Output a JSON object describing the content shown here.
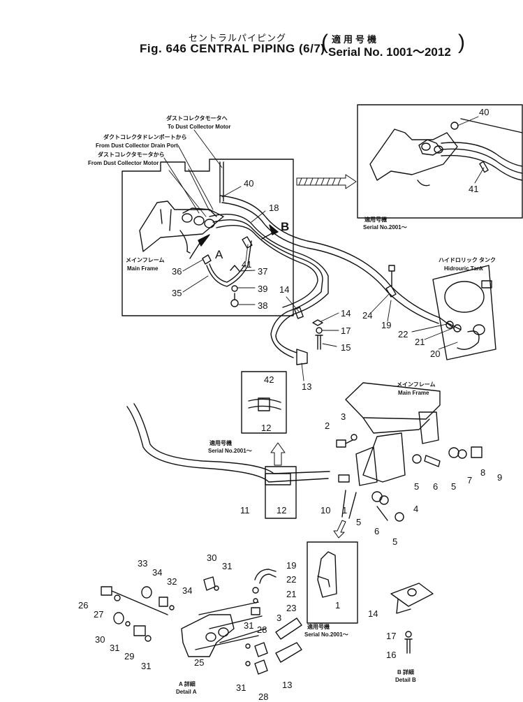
{
  "header": {
    "title_jp": "セントラルパイピング",
    "title_en": "Fig. 646 CENTRAL PIPING (6/7)",
    "serial_jp": "適用号機",
    "serial_en": "Serial No. 1001～2012"
  },
  "annotations": {
    "dust_motor_to_jp": "ダストコレクタモータへ",
    "dust_motor_to_en": "To Dust Collector Motor",
    "drain_port_jp": "ダクトコレクタドレンポートから",
    "drain_port_en": "From Dust Collector Drain Port",
    "dust_motor_from_jp": "ダストコレクタモータから",
    "dust_motor_from_en": "From Dust Collector Motor",
    "main_frame_jp_1": "メインフレーム",
    "main_frame_en_1": "Main Frame",
    "hydraulic_tank_jp": "ハイドロリック タンク",
    "hydraulic_tank_en": "Hidrouric Tank",
    "main_frame_jp_2": "メインフレーム",
    "main_frame_en_2": "Main Frame",
    "serial_a_jp": "適用号機",
    "serial_a_en": "Serial No.2001～",
    "serial_b_jp": "適用号機",
    "serial_b_en": "Serial No.2001～",
    "serial_c_jp": "適用号機",
    "serial_c_en": "Serial No.2001～",
    "detail_a_jp": "A 詳細",
    "detail_a_en": "Detail A",
    "detail_b_jp": "B 詳細",
    "detail_b_en": "Detail B",
    "view_a": "A",
    "view_b": "B"
  },
  "callouts": [
    {
      "id": "c40a",
      "text": "40"
    },
    {
      "id": "c41a",
      "text": "41"
    },
    {
      "id": "c40b",
      "text": "40"
    },
    {
      "id": "c18",
      "text": "18"
    },
    {
      "id": "c36",
      "text": "36"
    },
    {
      "id": "c41b",
      "text": "41"
    },
    {
      "id": "c37",
      "text": "37"
    },
    {
      "id": "c35",
      "text": "35"
    },
    {
      "id": "c39",
      "text": "39"
    },
    {
      "id": "c38",
      "text": "38"
    },
    {
      "id": "c14a",
      "text": "14"
    },
    {
      "id": "c14b",
      "text": "14"
    },
    {
      "id": "c17a",
      "text": "17"
    },
    {
      "id": "c15",
      "text": "15"
    },
    {
      "id": "c13a",
      "text": "13"
    },
    {
      "id": "c24",
      "text": "24"
    },
    {
      "id": "c19a",
      "text": "19"
    },
    {
      "id": "c22a",
      "text": "22"
    },
    {
      "id": "c21a",
      "text": "21"
    },
    {
      "id": "c20",
      "text": "20"
    },
    {
      "id": "c42",
      "text": "42"
    },
    {
      "id": "c12a",
      "text": "12"
    },
    {
      "id": "c2",
      "text": "2"
    },
    {
      "id": "c3a",
      "text": "3"
    },
    {
      "id": "c11",
      "text": "11"
    },
    {
      "id": "c12b",
      "text": "12"
    },
    {
      "id": "c10",
      "text": "10"
    },
    {
      "id": "c1a",
      "text": "1"
    },
    {
      "id": "c5a",
      "text": "5"
    },
    {
      "id": "c6a",
      "text": "6"
    },
    {
      "id": "c5b",
      "text": "5"
    },
    {
      "id": "c7",
      "text": "7"
    },
    {
      "id": "c8",
      "text": "8"
    },
    {
      "id": "c9",
      "text": "9"
    },
    {
      "id": "c4",
      "text": "4"
    },
    {
      "id": "c5c",
      "text": "5"
    },
    {
      "id": "c6b",
      "text": "6"
    },
    {
      "id": "c5d",
      "text": "5"
    },
    {
      "id": "c1b",
      "text": "1"
    },
    {
      "id": "c30a",
      "text": "30"
    },
    {
      "id": "c33",
      "text": "33"
    },
    {
      "id": "c34a",
      "text": "34"
    },
    {
      "id": "c32",
      "text": "32"
    },
    {
      "id": "c31a",
      "text": "31"
    },
    {
      "id": "c34b",
      "text": "34"
    },
    {
      "id": "c26",
      "text": "26"
    },
    {
      "id": "c27",
      "text": "27"
    },
    {
      "id": "c30b",
      "text": "30"
    },
    {
      "id": "c31b",
      "text": "31"
    },
    {
      "id": "c29",
      "text": "29"
    },
    {
      "id": "c31c",
      "text": "31"
    },
    {
      "id": "c25",
      "text": "25"
    },
    {
      "id": "c19b",
      "text": "19"
    },
    {
      "id": "c22b",
      "text": "22"
    },
    {
      "id": "c21b",
      "text": "21"
    },
    {
      "id": "c23",
      "text": "23"
    },
    {
      "id": "c3b",
      "text": "3"
    },
    {
      "id": "c31d",
      "text": "31"
    },
    {
      "id": "c28a",
      "text": "28"
    },
    {
      "id": "c13b",
      "text": "13"
    },
    {
      "id": "c31e",
      "text": "31"
    },
    {
      "id": "c28b",
      "text": "28"
    },
    {
      "id": "c14c",
      "text": "14"
    },
    {
      "id": "c17b",
      "text": "17"
    },
    {
      "id": "c16",
      "text": "16"
    }
  ]
}
